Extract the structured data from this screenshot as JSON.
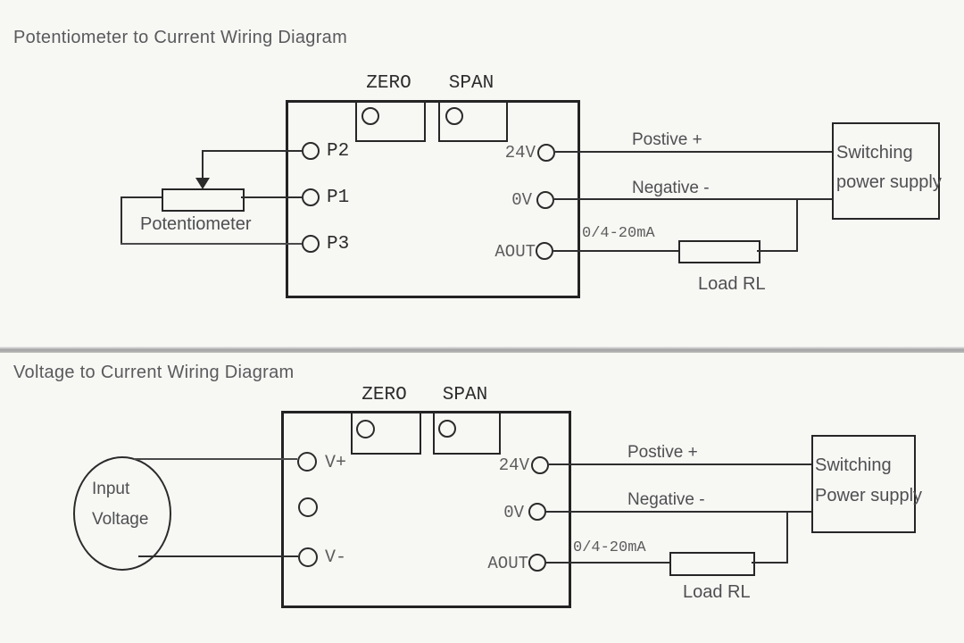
{
  "top_diagram": {
    "title": "Potentiometer to Current Wiring Diagram",
    "trim_labels": {
      "zero": "ZERO",
      "span": "SPAN"
    },
    "terminals": {
      "p2": "P2",
      "p1": "P1",
      "p3": "P3",
      "v24": "24V",
      "v0": "0V",
      "aout": "AOUT"
    },
    "source_label": "Potentiometer",
    "wire_labels": {
      "positive": "Postive +",
      "negative": "Negative -",
      "output": "0/4-20mA"
    },
    "load_label": "Load RL",
    "supply": {
      "line1": "Switching",
      "line2": "power supply"
    }
  },
  "bottom_diagram": {
    "title": "Voltage to Current Wiring Diagram",
    "trim_labels": {
      "zero": "ZERO",
      "span": "SPAN"
    },
    "terminals": {
      "vplus": "V+",
      "vminus": "V-",
      "v24": "24V",
      "v0": "0V",
      "aout": "AOUT"
    },
    "source": {
      "line1": "Input",
      "line2": "Voltage"
    },
    "wire_labels": {
      "positive": "Postive +",
      "negative": "Negative -",
      "output": "0/4-20mA"
    },
    "load_label": "Load RL",
    "supply": {
      "line1": "Switching",
      "line2": "Power supply"
    }
  },
  "colors": {
    "background": "#f7f7f4",
    "line": "#2e2e2e",
    "title_text": "#595a5c",
    "divider": "#a3a3a3"
  }
}
